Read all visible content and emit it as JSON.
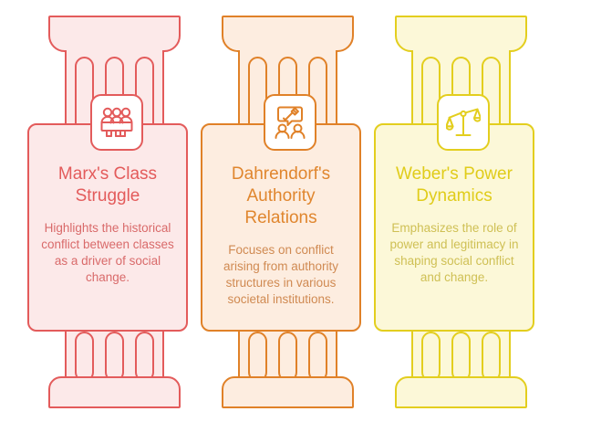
{
  "diagram": {
    "type": "three-pillar-comparison",
    "background": "#ffffff",
    "columns": [
      {
        "id": "marx",
        "icon": "people-group-icon",
        "title": "Marx's Class Struggle",
        "description": "Highlights the historical conflict between classes as a driver of social change.",
        "stroke": "#E35B5B",
        "fill": "#FCE9E9",
        "title_color": "#E35B5B",
        "text_color": "#D96A6A"
      },
      {
        "id": "dahrendorf",
        "icon": "gavel-speech-bubble-icon",
        "title": "Dahrendorf's Authority Relations",
        "description": "Focuses on conflict arising from authority structures in various societal institutions.",
        "stroke": "#E08128",
        "fill": "#FDEDE0",
        "title_color": "#E0862E",
        "text_color": "#D08A52"
      },
      {
        "id": "weber",
        "icon": "balance-scale-icon",
        "title": "Weber's Power Dynamics",
        "description": "Emphasizes the role of power and legitimacy in shaping social conflict and change.",
        "stroke": "#E3CE1E",
        "fill": "#FCF8D8",
        "title_color": "#E0CC1A",
        "text_color": "#CFC055"
      }
    ]
  }
}
